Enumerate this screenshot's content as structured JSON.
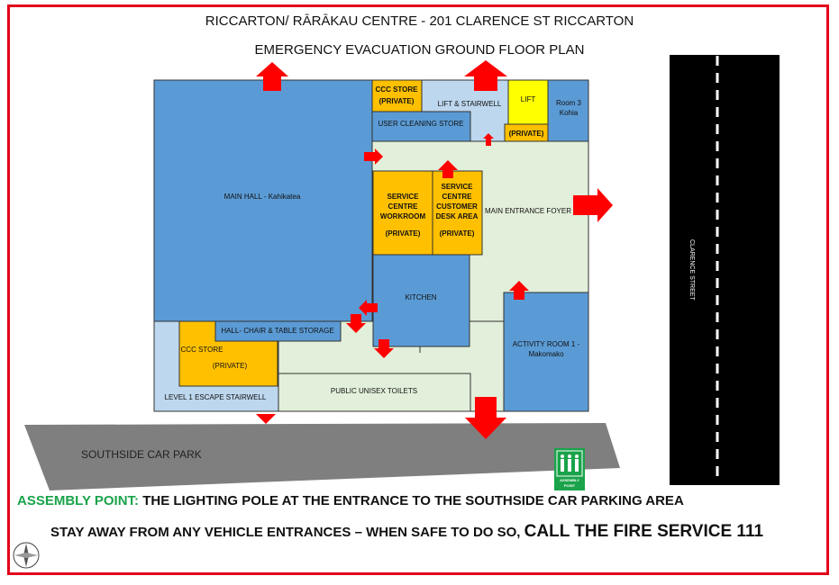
{
  "header": {
    "title_line1": "RICCARTON/ RĀRĀKAU CENTRE - 201 CLARENCE ST RICCARTON",
    "title_line2": "EMERGENCY EVACUATION GROUND FLOOR PLAN"
  },
  "rooms": {
    "main_hall": "MAIN HALL - Kahikatea",
    "ccc_store_top": "CCC STORE",
    "ccc_store_top_private": "(PRIVATE)",
    "lift_stairwell": "LIFT & STAIRWELL",
    "lift": "LIFT",
    "lift_private": "(PRIVATE)",
    "room3": "Room 3",
    "room3_name": "Kohia",
    "user_cleaning_store": "USER CLEANING STORE",
    "workroom_l1": "SERVICE",
    "workroom_l2": "CENTRE",
    "workroom_l3": "WORKROOM",
    "workroom_private": "(PRIVATE)",
    "desk_l1": "SERVICE",
    "desk_l2": "CENTRE",
    "desk_l3": "CUSTOMER",
    "desk_l4": "DESK AREA",
    "desk_private": "(PRIVATE)",
    "main_entrance_foyer": "MAIN ENTRANCE FOYER",
    "kitchen": "KITCHEN",
    "hall_storage": "HALL- CHAIR & TABLE STORAGE",
    "ccc_store_bottom": "CCC STORE",
    "ccc_store_bottom_private": "(PRIVATE)",
    "escape_stairwell": "LEVEL 1 ESCAPE STAIRWELL",
    "toilets": "PUBLIC UNISEX TOILETS",
    "activity_room_l1": "ACTIVITY ROOM 1 -",
    "activity_room_l2": "Makomako"
  },
  "surroundings": {
    "car_park": "SOUTHSIDE CAR PARK",
    "street": "CLARENCE STREET",
    "assembly_sign_l1": "ASSEMBLY",
    "assembly_sign_l2": "POINT"
  },
  "footer": {
    "assembly_label": "ASSEMBLY POINT:",
    "assembly_text": " THE LIGHTING POLE AT THE ENTRANCE TO THE SOUTHSIDE CAR PARKING AREA",
    "stay_text": "STAY AWAY FROM ANY VEHICLE ENTRANCES – WHEN SAFE TO DO SO, ",
    "stay_call": "CALL THE FIRE SERVICE 111"
  },
  "colors": {
    "blue_room": "#5b9bd5",
    "orange_room": "#ffc000",
    "yellow_room": "#ffff00",
    "light_blue": "#bdd7ee",
    "foyer_green": "#e2efda",
    "exit_arrow": "#ff0000",
    "frame": "#e3001b",
    "assembly_green": "#1aa34a"
  },
  "icons": [
    "exit-arrow-icon",
    "assembly-point-icon",
    "compass-icon"
  ]
}
